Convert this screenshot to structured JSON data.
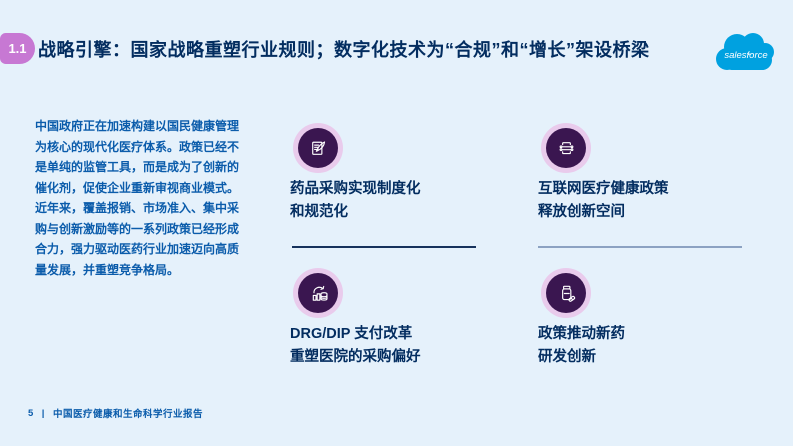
{
  "header": {
    "badge": "1.1",
    "title": "战略引擎：国家战略重塑行业规则；数字化技术为“合规”和“增长”架设桥梁",
    "logo_text": "salesforce"
  },
  "intro": {
    "text": "中国政府正在加速构建以国民健康管理\n为核心的现代化医疗体系。政策已经不\n是单纯的监管工具，而是成为了创新的\n催化剂，促使企业重新审视商业模式。\n近年来，覆盖报销、市场准入、集中采\n购与创新激励等的一系列政策已经形成\n合力，强力驱动医药行业加速迈向高质\n量发展，并重塑竞争格局。"
  },
  "items": [
    {
      "icon": "document-quill-icon",
      "label": "药品采购实现制度化\n和规范化"
    },
    {
      "icon": "ai-circuit-icon",
      "label": "互联网医疗健康政策\n释放创新空间"
    },
    {
      "icon": "coins-refresh-icon",
      "label": "DRG/DIP 支付改革\n重塑医院的采购偏好"
    },
    {
      "icon": "pill-bottle-icon",
      "label": "政策推动新药\n研发创新"
    }
  ],
  "footer": {
    "page_number": "5",
    "separator": "|",
    "report_title": "中国医疗健康和生命科学行业报告"
  },
  "colors": {
    "background": "#E5F1FB",
    "badge_purple": "#C778D3",
    "title_navy": "#032D60",
    "body_blue": "#0B5CAB",
    "icon_ring_pink": "#E9CBEC",
    "icon_circle_purple": "#3A1650",
    "divider_dark": "#16325C",
    "divider_light": "#8CA2C2",
    "salesforce_blue": "#00A1E0"
  }
}
